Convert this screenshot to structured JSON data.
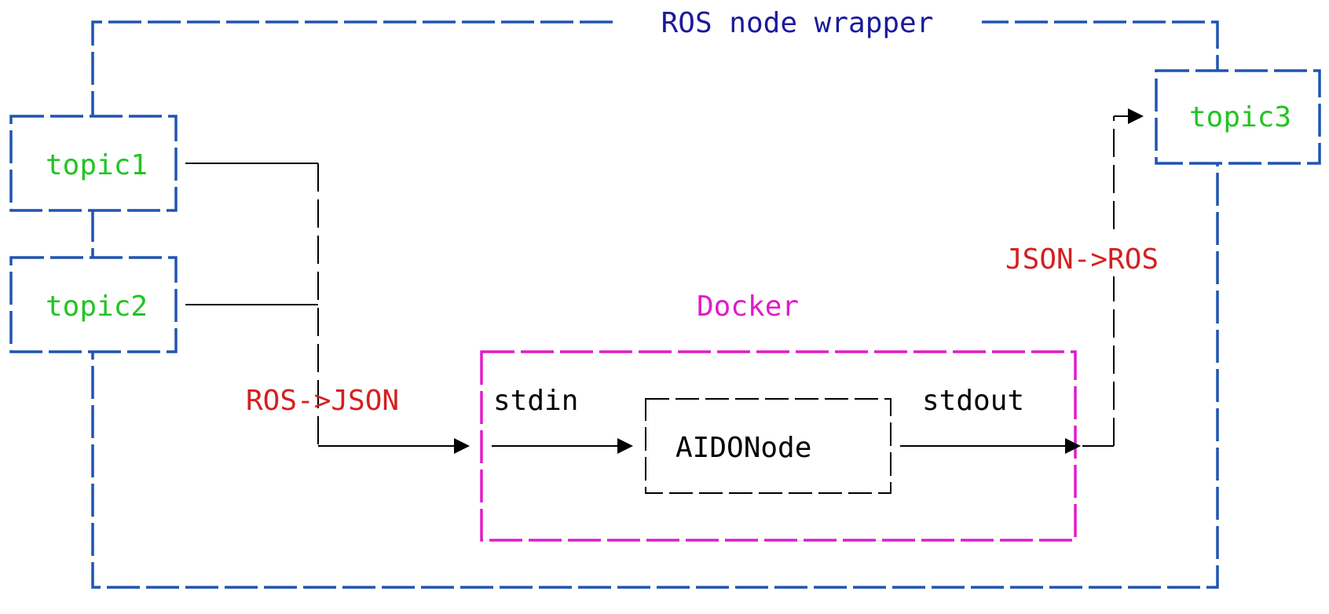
{
  "wrapper": {
    "title": "ROS node wrapper"
  },
  "topics": {
    "topic1": "topic1",
    "topic2": "topic2",
    "topic3": "topic3"
  },
  "converters": {
    "ros_to_json": "ROS->JSON",
    "json_to_ros": "JSON->ROS"
  },
  "docker": {
    "title": "Docker",
    "stdin": "stdin",
    "stdout": "stdout",
    "node": "AIDONode"
  },
  "colors": {
    "wrapper_frame": "#1f55b0",
    "wrapper_title": "#1a1a9c",
    "topic_text": "#22c422",
    "converter_text": "#d42020",
    "docker": "#e01cc8",
    "lines": "#000000"
  }
}
